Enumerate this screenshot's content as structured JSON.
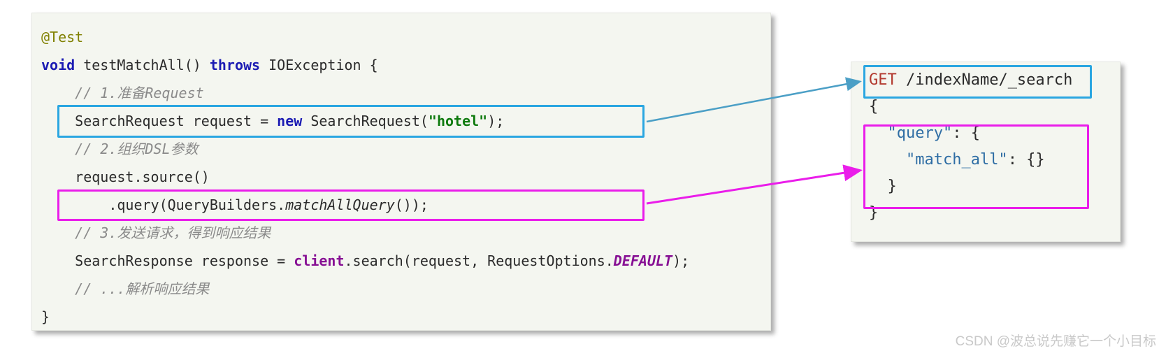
{
  "java_code": {
    "lines": [
      [
        {
          "t": "@Test",
          "c": "ann"
        }
      ],
      [
        {
          "t": "void",
          "c": "kw"
        },
        {
          "t": " testMatchAll() "
        },
        {
          "t": "throws",
          "c": "kw"
        },
        {
          "t": " IOException {"
        }
      ],
      [
        {
          "t": "    "
        },
        {
          "t": "// 1.准备Request",
          "c": "cm"
        }
      ],
      [
        {
          "t": "    SearchRequest request = "
        },
        {
          "t": "new",
          "c": "kw"
        },
        {
          "t": " SearchRequest("
        },
        {
          "t": "\"hotel\"",
          "c": "str"
        },
        {
          "t": ");"
        }
      ],
      [
        {
          "t": "    "
        },
        {
          "t": "// 2.组织DSL参数",
          "c": "cm"
        }
      ],
      [
        {
          "t": "    request.source()"
        }
      ],
      [
        {
          "t": "        .query(QueryBuilders."
        },
        {
          "t": "matchAllQuery",
          "c": "mi"
        },
        {
          "t": "());"
        }
      ],
      [
        {
          "t": "    "
        },
        {
          "t": "// 3.发送请求，得到响应结果",
          "c": "cm"
        }
      ],
      [
        {
          "t": "    SearchResponse response = "
        },
        {
          "t": "client",
          "c": "fld"
        },
        {
          "t": ".search(request, RequestOptions."
        },
        {
          "t": "DEFAULT",
          "c": "cnst"
        },
        {
          "t": ");"
        }
      ],
      [
        {
          "t": "    "
        },
        {
          "t": "// ...解析响应结果",
          "c": "cm"
        }
      ],
      [
        {
          "t": "}"
        }
      ]
    ]
  },
  "dsl_snippet": {
    "lines": [
      [
        {
          "t": "GET",
          "c": "http"
        },
        {
          "t": " /indexName/_search"
        }
      ],
      [
        {
          "t": "{"
        }
      ],
      [
        {
          "t": "  "
        },
        {
          "t": "\"query\"",
          "c": "jkey"
        },
        {
          "t": ": {"
        }
      ],
      [
        {
          "t": "    "
        },
        {
          "t": "\"match_all\"",
          "c": "jkey"
        },
        {
          "t": ": {}"
        }
      ],
      [
        {
          "t": "  }"
        }
      ],
      [
        {
          "t": "}"
        }
      ]
    ]
  },
  "watermark": {
    "text": "CSDN @波总说先赚它一个小目标"
  },
  "colors": {
    "panel_bg": "#f4f6f0",
    "panel_border": "#e4e6e0",
    "code_fg": "#2b2b2b",
    "keyword_blue": "#1b1bb3",
    "annotation_olive": "#808000",
    "comment_gray": "#8a8a8a",
    "string_green": "#0e7a0e",
    "field_purple": "#871094",
    "http_red": "#b33b30",
    "json_key_blue": "#2e6da4",
    "highlight_blue": "#2aa6e1",
    "highlight_magenta": "#ea1dea",
    "arrow_blue": "#4b9fc6",
    "arrow_magenta": "#ea1dea",
    "watermark_gray": "#c9c9c9"
  }
}
